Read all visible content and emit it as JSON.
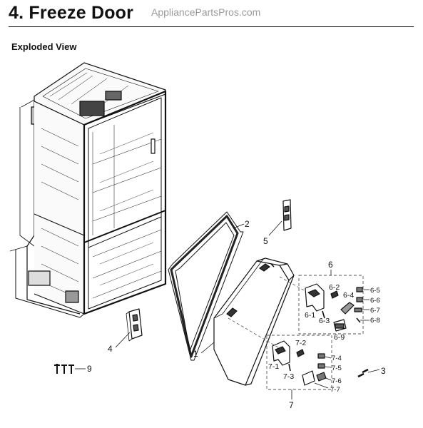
{
  "header": {
    "title": "4.  Freeze Door",
    "watermark": "AppliancePartsPros.com",
    "subtitle": "Exploded View"
  },
  "callouts": {
    "c1": "1",
    "c2": "2",
    "c3": "3",
    "c4": "4",
    "c5": "5",
    "c6": "6",
    "c6_1": "6-1",
    "c6_2": "6-2",
    "c6_3": "6-3",
    "c6_4": "6-4",
    "c6_5": "6-5",
    "c6_6": "6-6",
    "c6_7": "6-7",
    "c6_8": "6-8",
    "c6_9": "6-9",
    "c7": "7",
    "c7_1": "7-1",
    "c7_2": "7-2",
    "c7_3": "7-3",
    "c7_4": "7-4",
    "c7_5": "7-5",
    "c7_6": "7-6",
    "c7_7": "7-7",
    "c9": "9"
  },
  "colors": {
    "line": "#111111",
    "dash": "#555555",
    "watermark": "#9a9a9a"
  }
}
